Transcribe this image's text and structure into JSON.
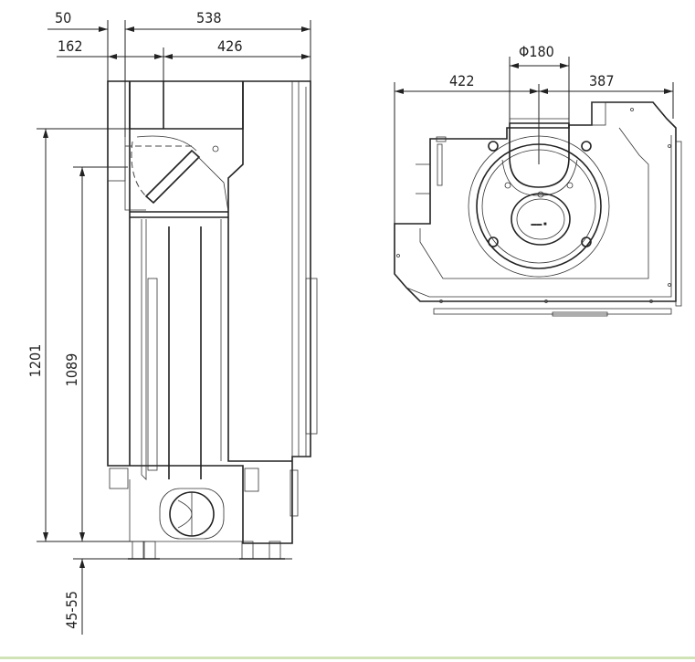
{
  "side_view": {
    "dims": {
      "offset_top": "50",
      "total_depth": "538",
      "offset_flue": "162",
      "flue_to_back": "426",
      "total_height": "1201",
      "door_height": "1089",
      "feet_height": "45-55"
    }
  },
  "top_view": {
    "dims": {
      "flue_diameter": "Φ180",
      "left_to_flue": "422",
      "flue_to_right": "387"
    }
  },
  "colors": {
    "line": "#222222",
    "footer_band": "#cfe3b6"
  }
}
